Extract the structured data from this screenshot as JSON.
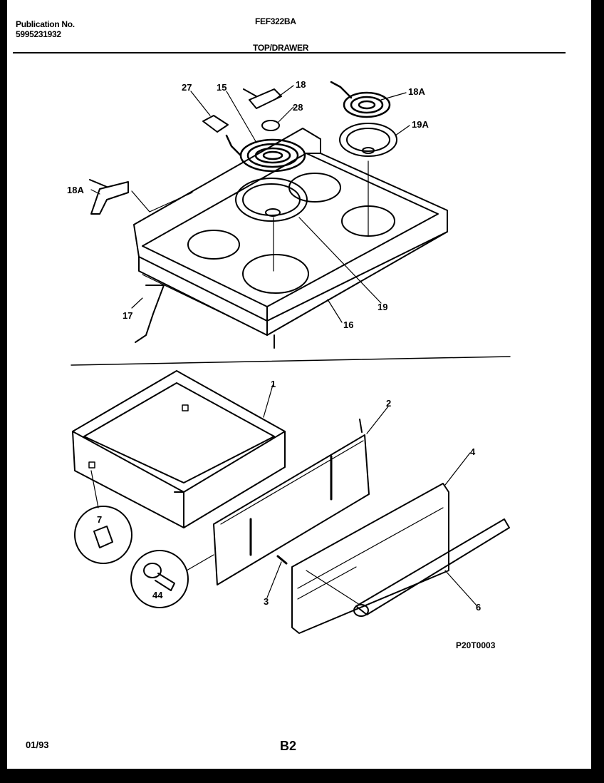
{
  "header": {
    "publication_label": "Publication No.",
    "publication_number": "5995231932",
    "model": "FEF322BA",
    "section": "TOP/DRAWER"
  },
  "callouts": {
    "c27": "27",
    "c15": "15",
    "c18": "18",
    "c28": "28",
    "c18A_top": "18A",
    "c19A": "19A",
    "c18A_left": "18A",
    "c17": "17",
    "c16": "16",
    "c19": "19",
    "c1": "1",
    "c2": "2",
    "c4": "4",
    "c7": "7",
    "c44": "44",
    "c3": "3",
    "c6": "6"
  },
  "drawing_code": "P20T0003",
  "footer": {
    "date": "01/93",
    "page": "B2"
  }
}
